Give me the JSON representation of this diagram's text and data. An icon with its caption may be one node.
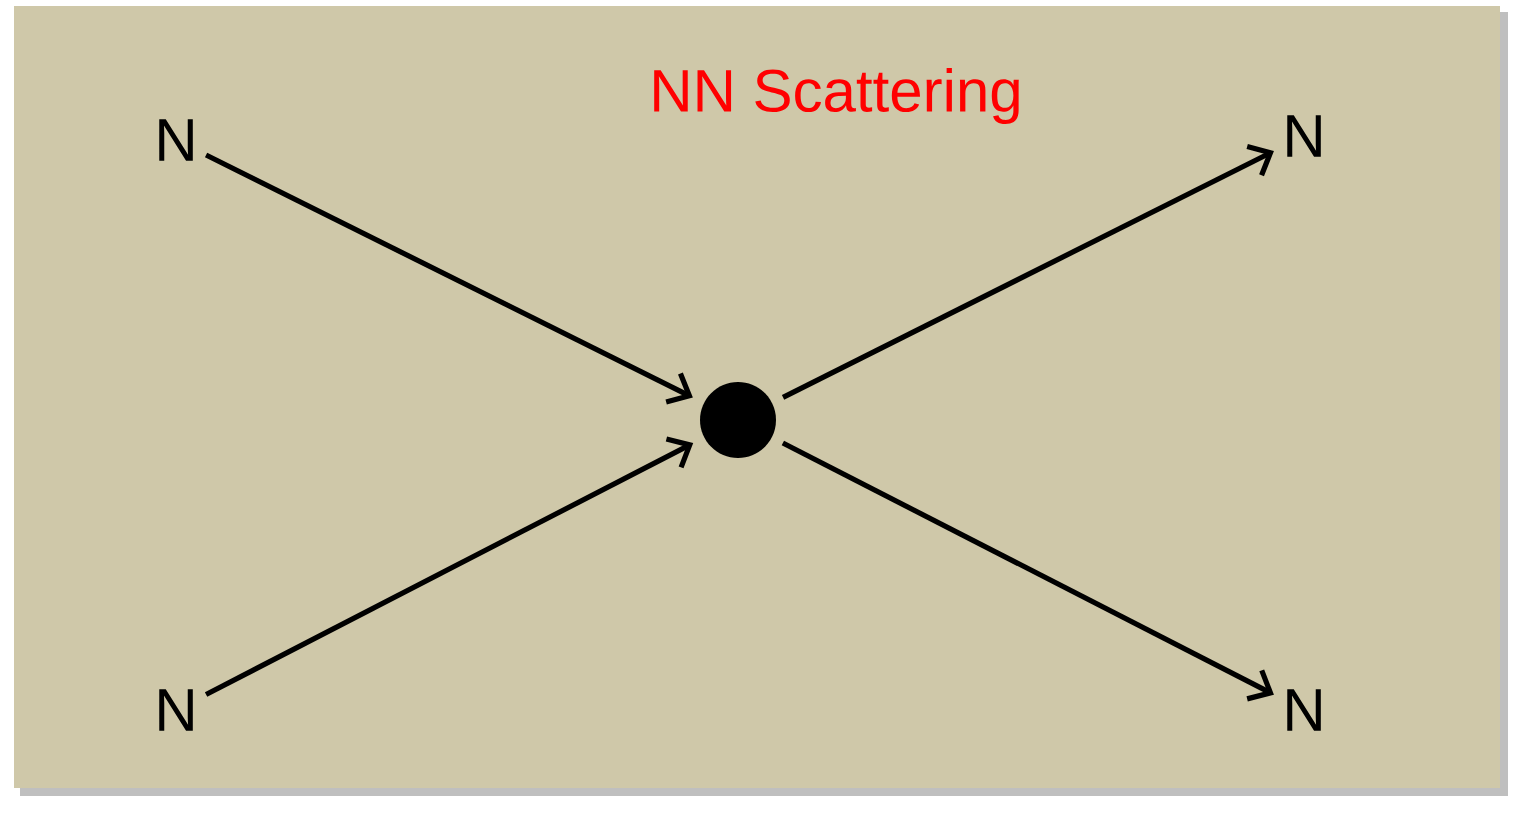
{
  "diagram": {
    "title": "NN Scattering",
    "nodes": [
      {
        "text": [
          "N"
        ]
      },
      {
        "text": [
          "N"
        ]
      },
      {
        "text": [],
        "shape": "circle"
      },
      {
        "text": [
          "N"
        ]
      },
      {
        "text": [
          "N"
        ]
      }
    ],
    "edges": [
      {
        "from": 0,
        "to": 2,
        "arrow": "to"
      },
      {
        "from": 1,
        "to": 2,
        "arrow": "to"
      },
      {
        "from": 2,
        "to": 3,
        "arrow": "to"
      },
      {
        "from": 2,
        "to": 4,
        "arrow": "to"
      }
    ]
  }
}
